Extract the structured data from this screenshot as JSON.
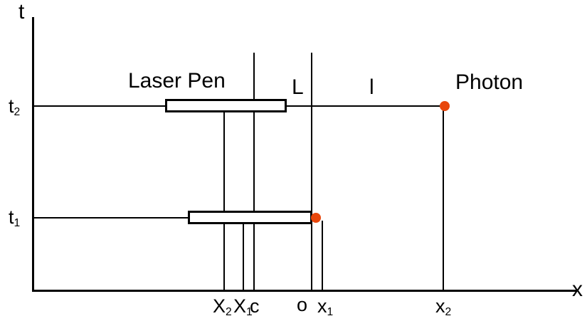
{
  "diagram": {
    "type": "spacetime-diagram",
    "colors": {
      "line": "#000000",
      "dot": "#e8470c",
      "background": "#ffffff"
    },
    "axes": {
      "t_label": "t",
      "x_label": "x"
    },
    "time_labels": {
      "t2": {
        "base": "t",
        "sub": "2"
      },
      "t1": {
        "base": "t",
        "sub": "1"
      }
    },
    "objects": {
      "laser_pen_label": "Laser Pen",
      "photon_label": "Photon",
      "length_rest_label": "L",
      "length_moving_label": "l"
    },
    "x_axis_labels": {
      "X2": {
        "base": "X",
        "sub": "2"
      },
      "X1": {
        "base": "X",
        "sub": "1"
      },
      "c": {
        "base": "c",
        "sub": ""
      },
      "o": {
        "base": "o",
        "sub": ""
      },
      "x1": {
        "base": "x",
        "sub": "1"
      },
      "x2": {
        "base": "x",
        "sub": "2"
      }
    }
  }
}
